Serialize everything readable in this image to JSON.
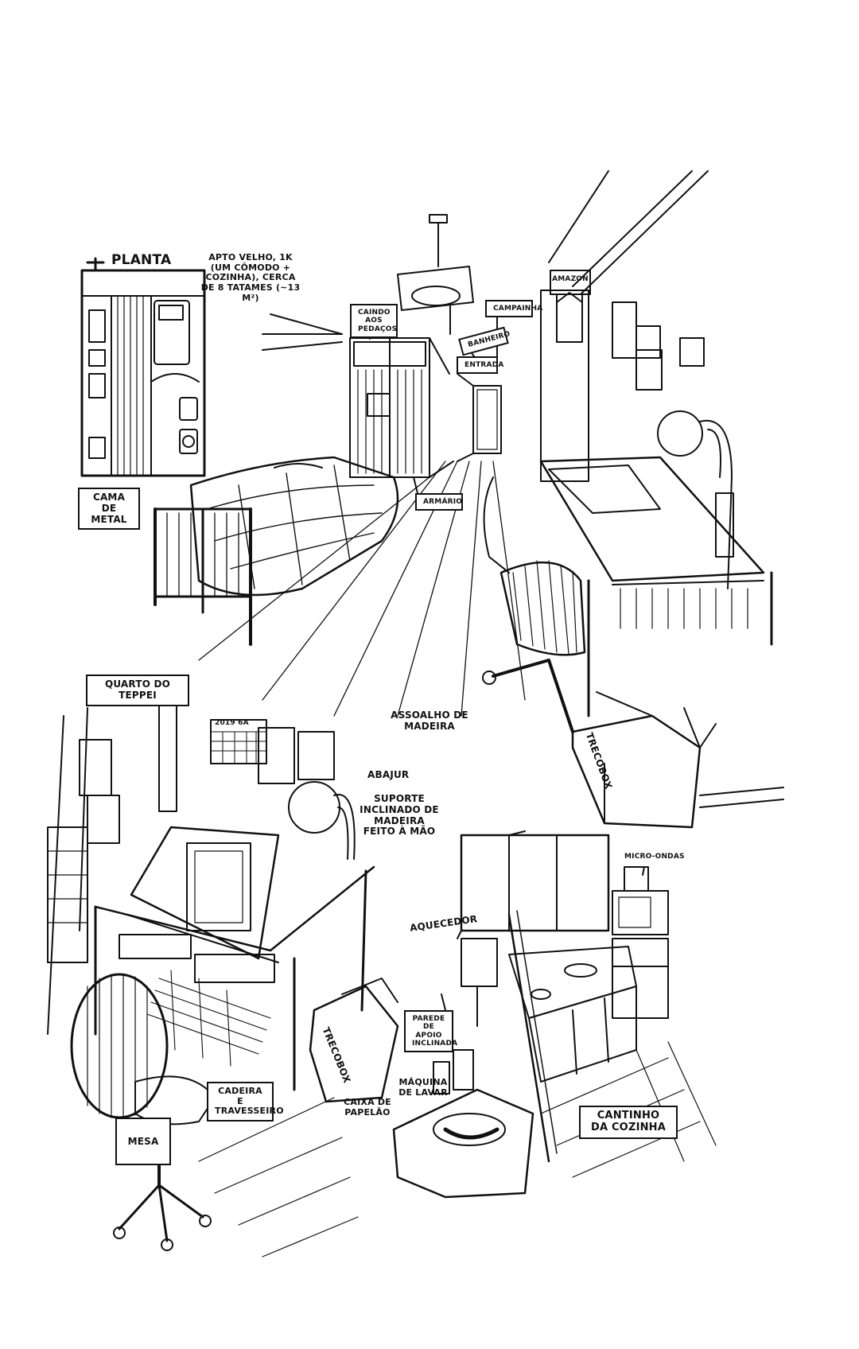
{
  "page": {
    "background": "#ffffff",
    "ink": "#111111"
  },
  "labels": {
    "planta": "PLANTA",
    "apto": "APTO VELHO, 1K (UM CÔMODO + COZINHA), CERCA DE 8 TATAMES (~13 M²)",
    "cama": "CAMA DE METAL",
    "caindo": "CAINDO AOS PEDAÇOS",
    "campainha": "CAMPAINHA",
    "banheiro": "BANHEIRO",
    "entrada": "ENTRADA",
    "armario": "ARMÁRIO",
    "amazon": "amazon",
    "quarto": "QUARTO DO TEPPEI",
    "assoalho": "ASSOALHO DE MADEIRA",
    "trecobox_top": "TRECOBOX",
    "abajur": "ABAJUR",
    "suporte": "SUPORTE INCLINADO DE MADEIRA FEITO À MÃO",
    "micro": "MICRO-ONDAS",
    "aquecedor": "AQUECEDOR",
    "parede": "PAREDE DE APOIO INCLINADA",
    "maquina": "MÁQUINA DE LAVAR",
    "trecobox_bottom": "TRECOBOX",
    "cadeira": "CADEIRA E TRAVESSEIRO",
    "caixa": "CAIXA DE PAPELÃO",
    "mesa": "MESA",
    "cantinho": "CANTINHO DA COZINHA",
    "calendar": "2019 6A"
  }
}
